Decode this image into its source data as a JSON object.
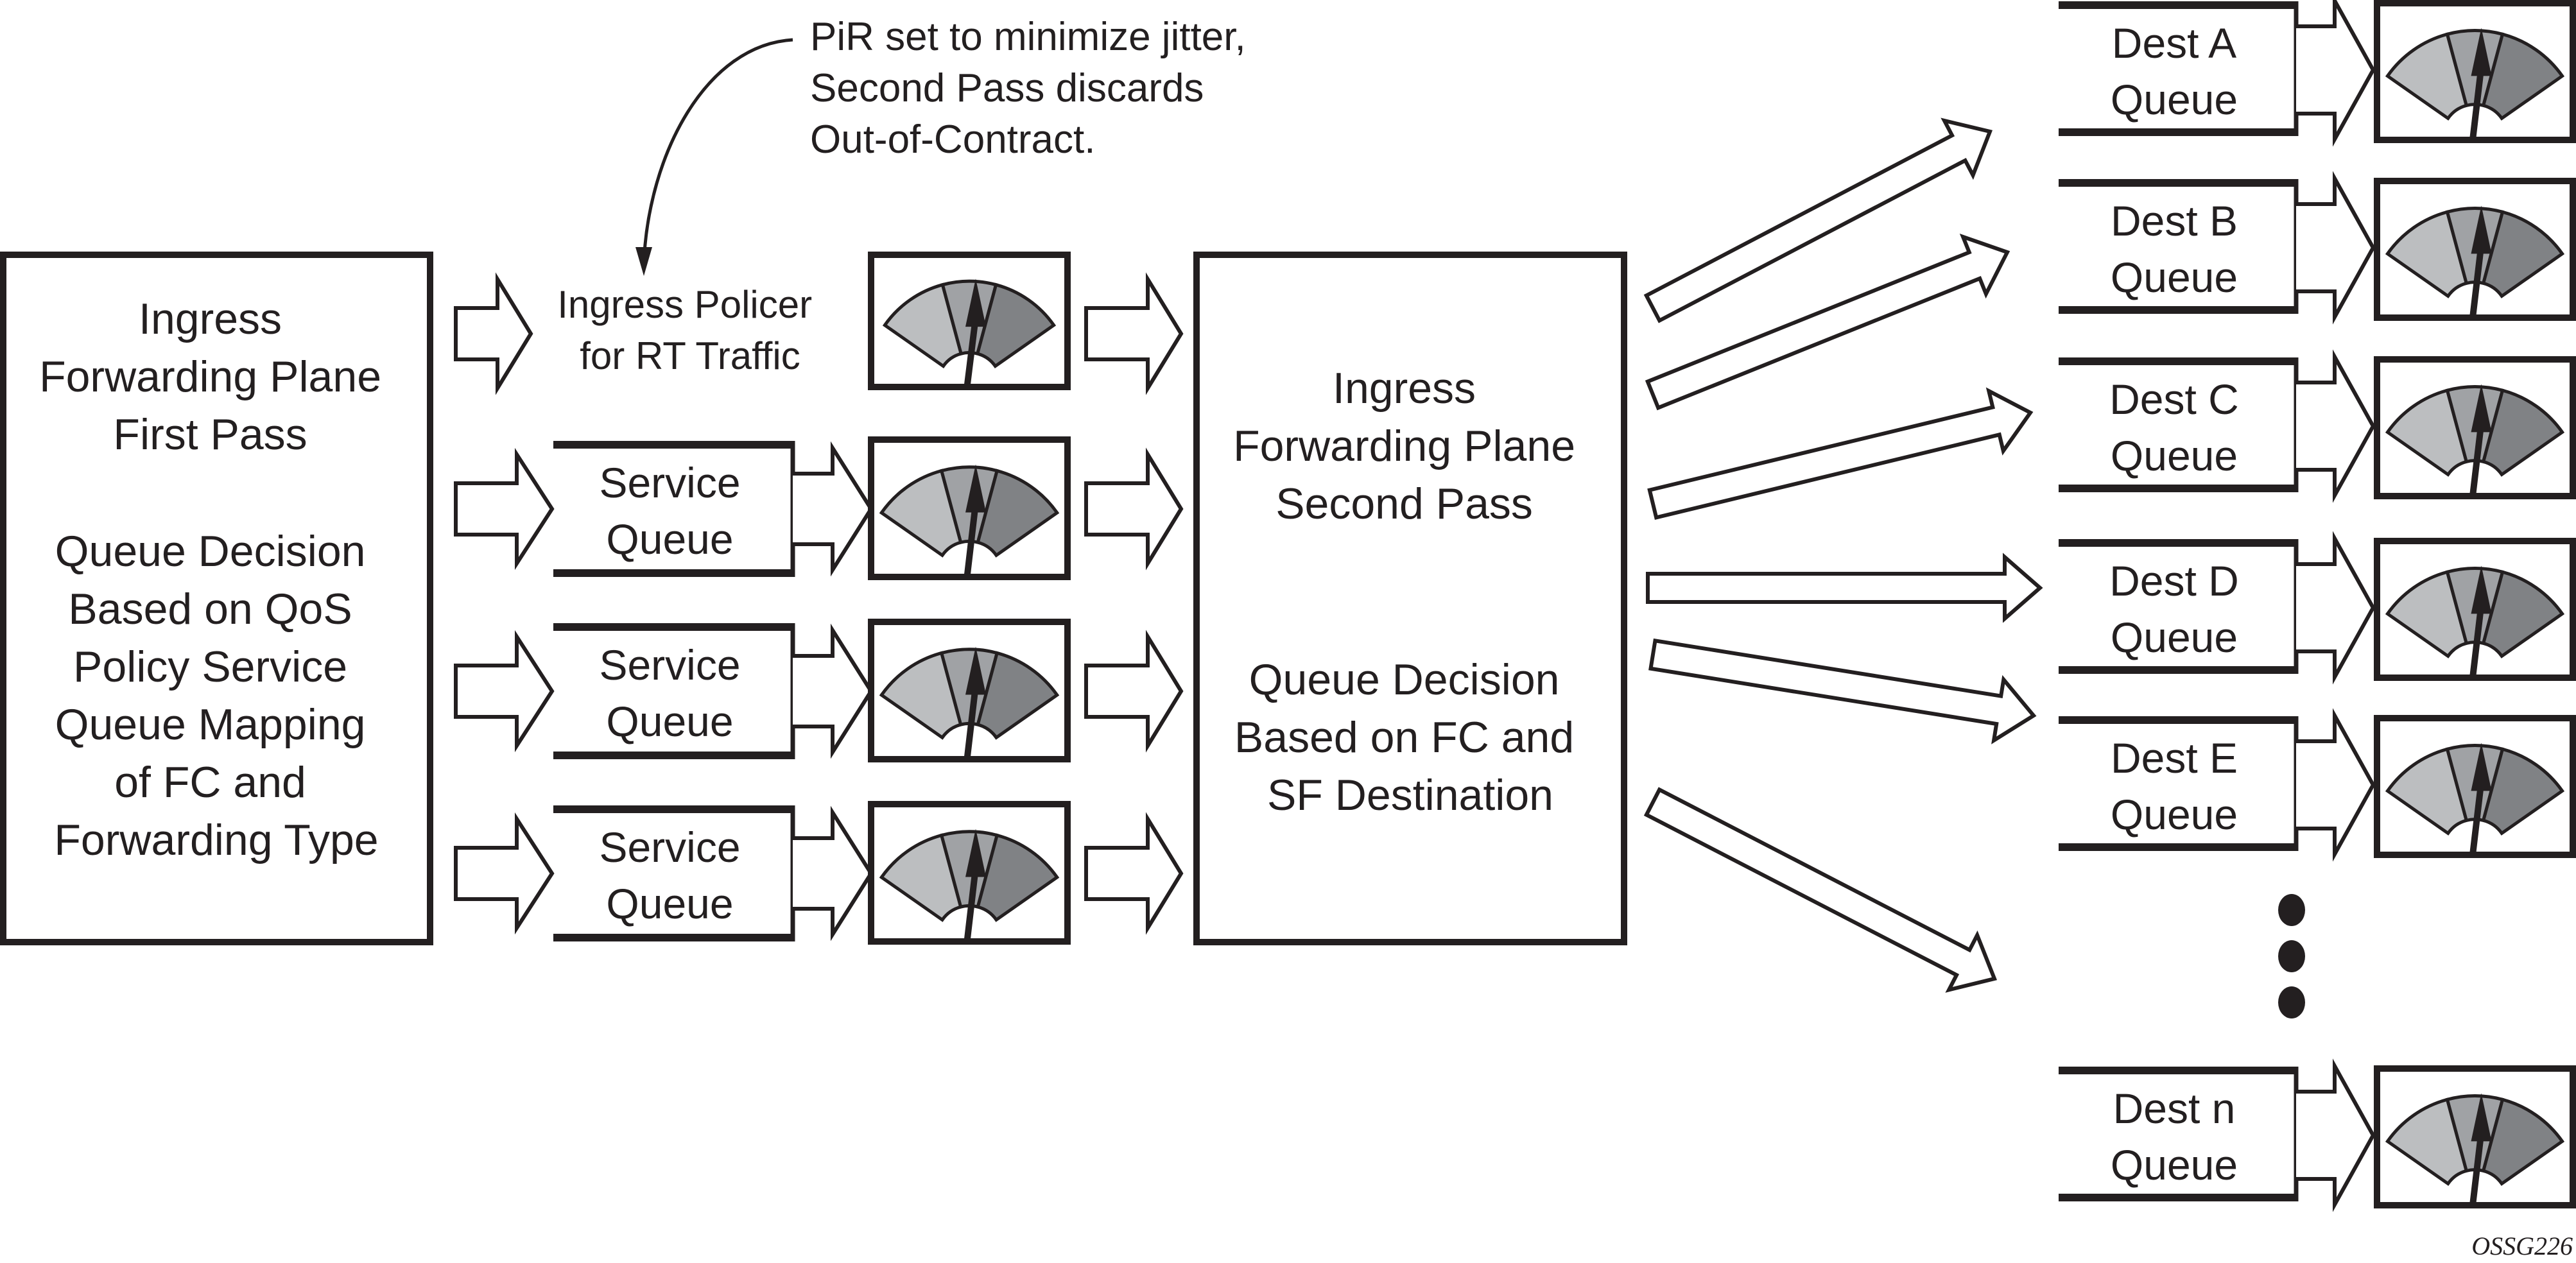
{
  "figure_id": "OSSG226",
  "colors": {
    "stroke": "#231f20",
    "gauge_low": "#bcbec0",
    "gauge_mid": "#a0a2a5",
    "gauge_high": "#808285",
    "background": "#ffffff"
  },
  "first_pass": {
    "lines": [
      "Ingress",
      "Forwarding Plane",
      "First Pass",
      "",
      "Queue Decision",
      "Based on QoS",
      "Policy Service",
      "Queue Mapping",
      "of FC and",
      "Forwarding Type"
    ]
  },
  "annotation": {
    "lines": [
      "PiR set to minimize jitter,",
      "Second Pass discards",
      "Out-of-Contract."
    ]
  },
  "policer": {
    "lines": [
      "Ingress Policer",
      "for RT Traffic"
    ]
  },
  "service_queues": [
    {
      "lines": [
        "Service",
        "Queue"
      ]
    },
    {
      "lines": [
        "Service",
        "Queue"
      ]
    },
    {
      "lines": [
        "Service",
        "Queue"
      ]
    }
  ],
  "second_pass": {
    "lines": [
      "Ingress",
      "Forwarding Plane",
      "Second Pass",
      "",
      "Queue Decision",
      "Based on FC and",
      "SF Destination"
    ]
  },
  "dest_queues": [
    {
      "lines": [
        "Dest A",
        "Queue"
      ]
    },
    {
      "lines": [
        "Dest B",
        "Queue"
      ]
    },
    {
      "lines": [
        "Dest C",
        "Queue"
      ]
    },
    {
      "lines": [
        "Dest D",
        "Queue"
      ]
    },
    {
      "lines": [
        "Dest E",
        "Queue"
      ]
    },
    {
      "lines": [
        "Dest n",
        "Queue"
      ]
    }
  ],
  "ellipsis_icon": "vertical-ellipsis-icon",
  "gauge_icon": "rate-meter-gauge-icon"
}
